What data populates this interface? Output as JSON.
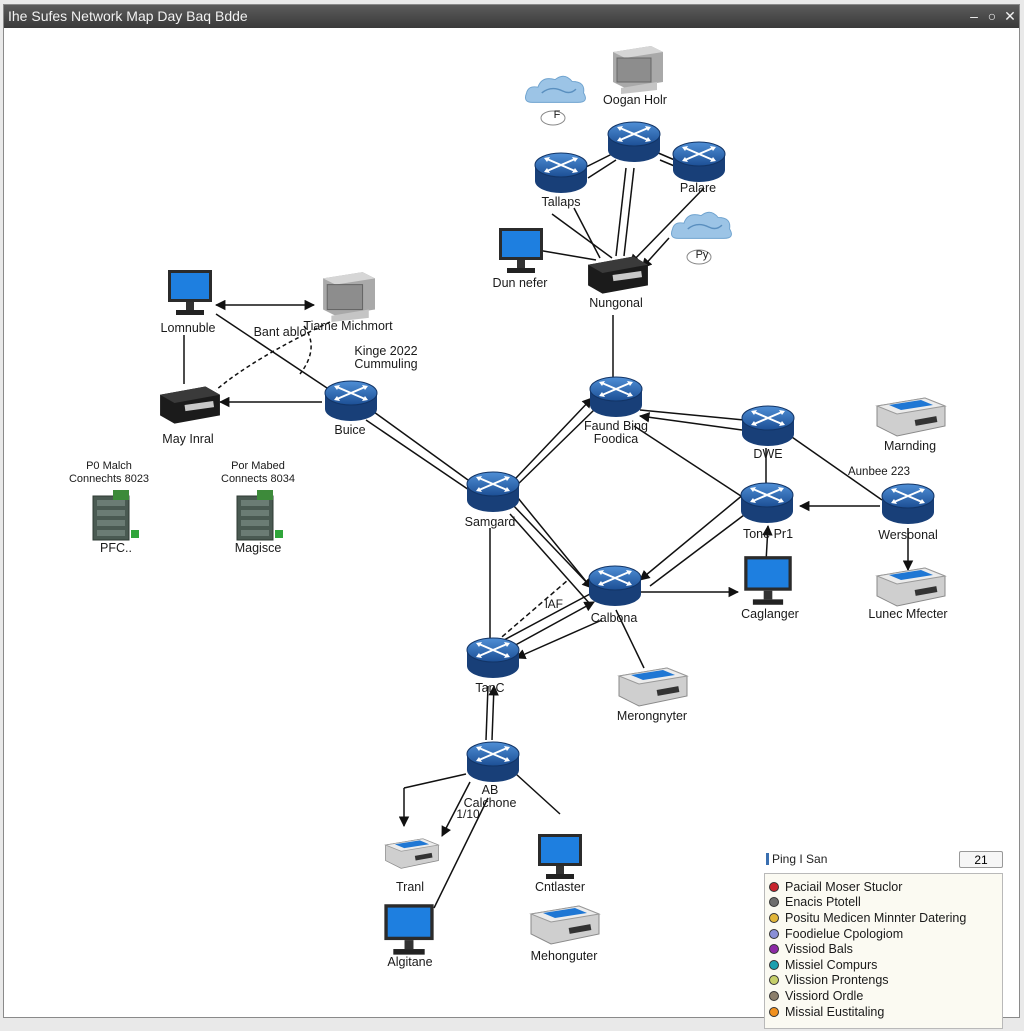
{
  "window": {
    "title": "Ihe Sufes Network Map Day Baq Bdde",
    "controls": {
      "minimize": "–",
      "maximize": "○",
      "close": "✕"
    }
  },
  "nodes": {
    "cloud_top": {
      "icon": "cloud-icon",
      "label": "F"
    },
    "oogan_holr": {
      "icon": "server-icon",
      "label": "Oogan Holr"
    },
    "tallaps": {
      "icon": "router-icon",
      "label": "Tallaps"
    },
    "top_router": {
      "icon": "router-icon",
      "label": ""
    },
    "palare": {
      "icon": "router-icon",
      "label": "Palare"
    },
    "cloud_right": {
      "icon": "cloud-icon",
      "label": "Py"
    },
    "dun_nefer": {
      "icon": "monitor-icon",
      "label": "Dun nefer"
    },
    "nungonal": {
      "icon": "switch-icon",
      "label": "Nungonal"
    },
    "lomnuble": {
      "icon": "monitor-icon",
      "label": "Lomnuble"
    },
    "tiame_michmort": {
      "icon": "server-icon",
      "label": "Tiame Michmort"
    },
    "may_inral": {
      "icon": "switch-icon",
      "label": "May Inral"
    },
    "buice": {
      "icon": "router-icon",
      "label": "Buice"
    },
    "faund_bing": {
      "icon": "router-icon",
      "label": "Faund Bing\nFoodica"
    },
    "dwe": {
      "icon": "router-icon",
      "label": "DWE"
    },
    "marnding": {
      "icon": "printer-icon",
      "label": "Marnding"
    },
    "pfc": {
      "icon": "rack-icon",
      "label": "PFC..",
      "caption": "P0 Malch\nConnechts 8023"
    },
    "magisce": {
      "icon": "rack-icon",
      "label": "Magisce",
      "caption": "Por Mabed\nConnects 8034"
    },
    "samgard": {
      "icon": "router-icon",
      "label": "Samgard"
    },
    "tone_pr1": {
      "icon": "router-icon",
      "label": "Tone Pr1"
    },
    "wersoonal": {
      "icon": "router-icon",
      "label": "Wersoonal"
    },
    "calbona": {
      "icon": "router-icon",
      "label": "Calbona"
    },
    "caglanger": {
      "icon": "monitor-icon",
      "label": "Caglanger"
    },
    "lunec_mfecter": {
      "icon": "printer-icon",
      "label": "Lunec Mfecter"
    },
    "merongnyter": {
      "icon": "printer-icon",
      "label": "Merongnyter"
    },
    "tanc": {
      "icon": "router-icon",
      "label": "TanC"
    },
    "ab_calchone": {
      "icon": "router-icon",
      "label": "AB\nCalchone"
    },
    "tranl": {
      "icon": "printer-icon",
      "label": "Tranl"
    },
    "cntlaster": {
      "icon": "monitor-icon",
      "label": "Cntlaster"
    },
    "algitane": {
      "icon": "monitor-icon",
      "label": "Algitane"
    },
    "mehonguter": {
      "icon": "printer-icon",
      "label": "Mehonguter"
    }
  },
  "edge_labels": {
    "bant_ablo": "Bant ablo",
    "kinge": "Kinge 2022\nCummuling",
    "aunbee": "Aunbee 223",
    "laf": "lAF",
    "ab_num": "1/10"
  },
  "legend": {
    "title": "Ping I San",
    "count": "21",
    "items": [
      {
        "label": "Paciail Moser Stuclor",
        "color": "#c8232c"
      },
      {
        "label": "Enacis Ptotell",
        "color": "#6e6e6e"
      },
      {
        "label": "Positu Medicen Minnter Datering",
        "color": "#e2b63a"
      },
      {
        "label": "Foodielue Cpologiom",
        "color": "#8a8fd6"
      },
      {
        "label": "Vissiod Bals",
        "color": "#8c2aa5"
      },
      {
        "label": "Missiel Compurs",
        "color": "#1c9fae"
      },
      {
        "label": "Vlission Prontengs",
        "color": "#c6cf6a"
      },
      {
        "label": "Vissiord Ordle",
        "color": "#8b7e6a"
      },
      {
        "label": "Missial Eustitaling",
        "color": "#f0901e"
      }
    ]
  }
}
